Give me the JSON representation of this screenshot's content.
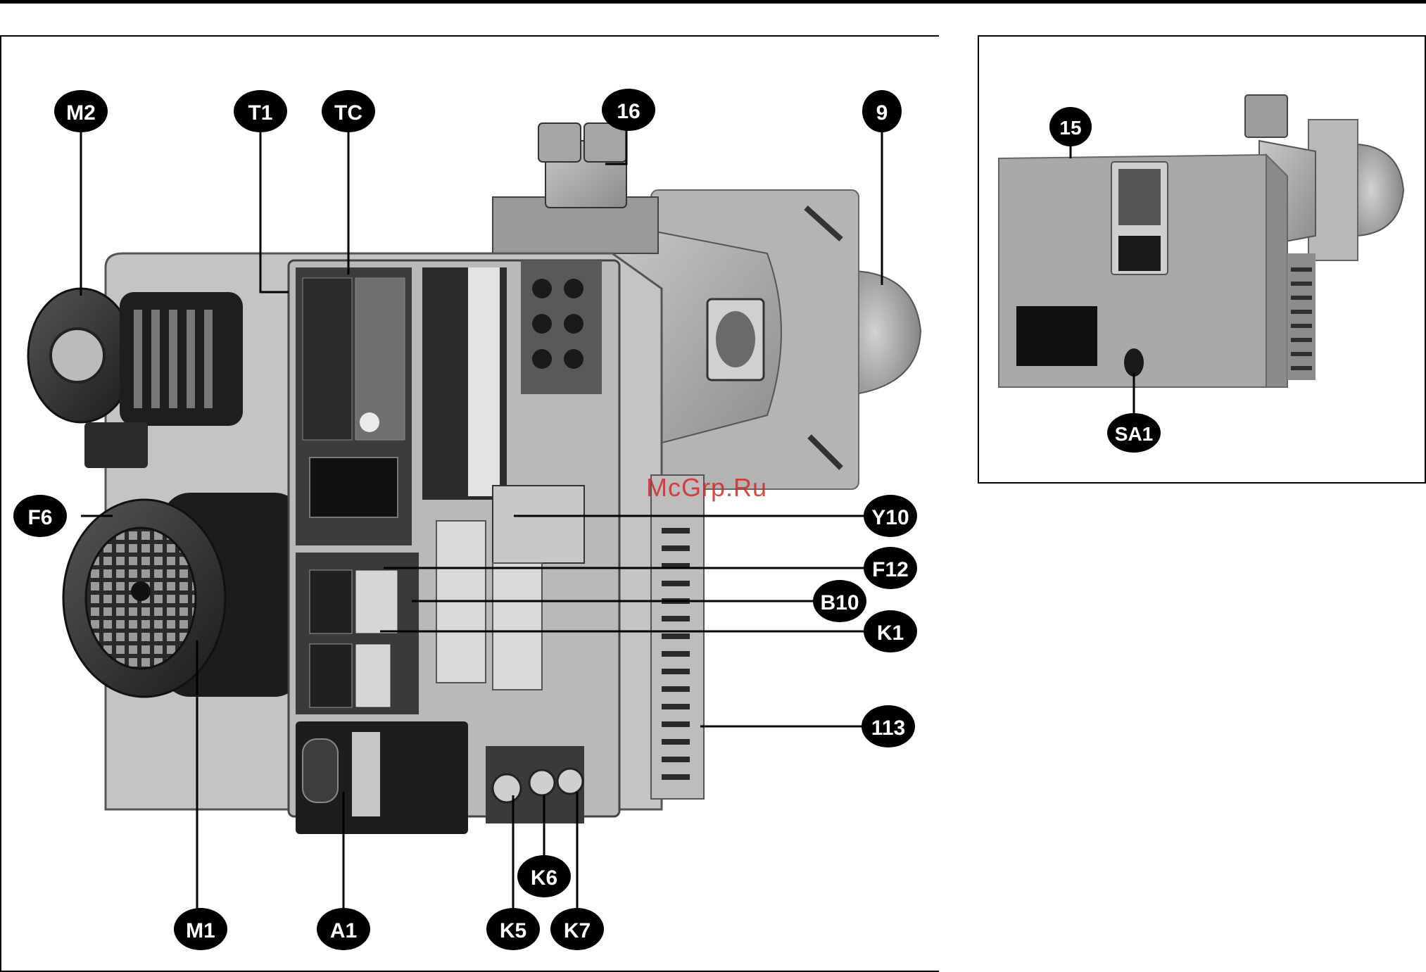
{
  "watermark": "McGrp.Ru",
  "main_callouts": [
    {
      "label": "M2"
    },
    {
      "label": "T1"
    },
    {
      "label": "TC"
    },
    {
      "label": "16"
    },
    {
      "label": "9"
    },
    {
      "label": "F6"
    },
    {
      "label": "Y10"
    },
    {
      "label": "F12"
    },
    {
      "label": "B10"
    },
    {
      "label": "K1"
    },
    {
      "label": "113"
    },
    {
      "label": "M1"
    },
    {
      "label": "A1"
    },
    {
      "label": "K5"
    },
    {
      "label": "K6"
    },
    {
      "label": "K7"
    }
  ],
  "inset_callouts": [
    {
      "label": "15"
    },
    {
      "label": "SA1"
    }
  ]
}
